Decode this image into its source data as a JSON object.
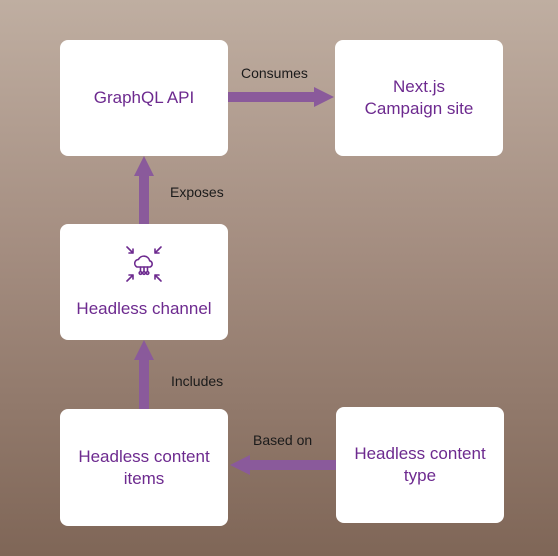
{
  "nodes": {
    "graphql_api": {
      "lines": [
        "GraphQL API"
      ]
    },
    "nextjs_site": {
      "lines": [
        "Next.js",
        "Campaign site"
      ]
    },
    "headless_channel": {
      "lines": [
        "Headless channel"
      ],
      "icon": "cloud-connections-icon"
    },
    "headless_content_items": {
      "lines": [
        "Headless content",
        "items"
      ]
    },
    "headless_content_type": {
      "lines": [
        "Headless content",
        "type"
      ]
    }
  },
  "edges": {
    "consumes": {
      "label": "Consumes",
      "from": "graphql_api",
      "to": "nextjs_site"
    },
    "exposes": {
      "label": "Exposes",
      "from": "headless_channel",
      "to": "graphql_api"
    },
    "includes": {
      "label": "Includes",
      "from": "headless_content_items",
      "to": "headless_channel"
    },
    "based_on": {
      "label": "Based on",
      "from": "headless_content_type",
      "to": "headless_content_items"
    }
  },
  "colors": {
    "node_text": "#6d2a8f",
    "arrow": "#8a5a9b",
    "label_text": "#1b1b1b",
    "background_top": "#bfaea1",
    "background_bottom": "#7f6657"
  }
}
